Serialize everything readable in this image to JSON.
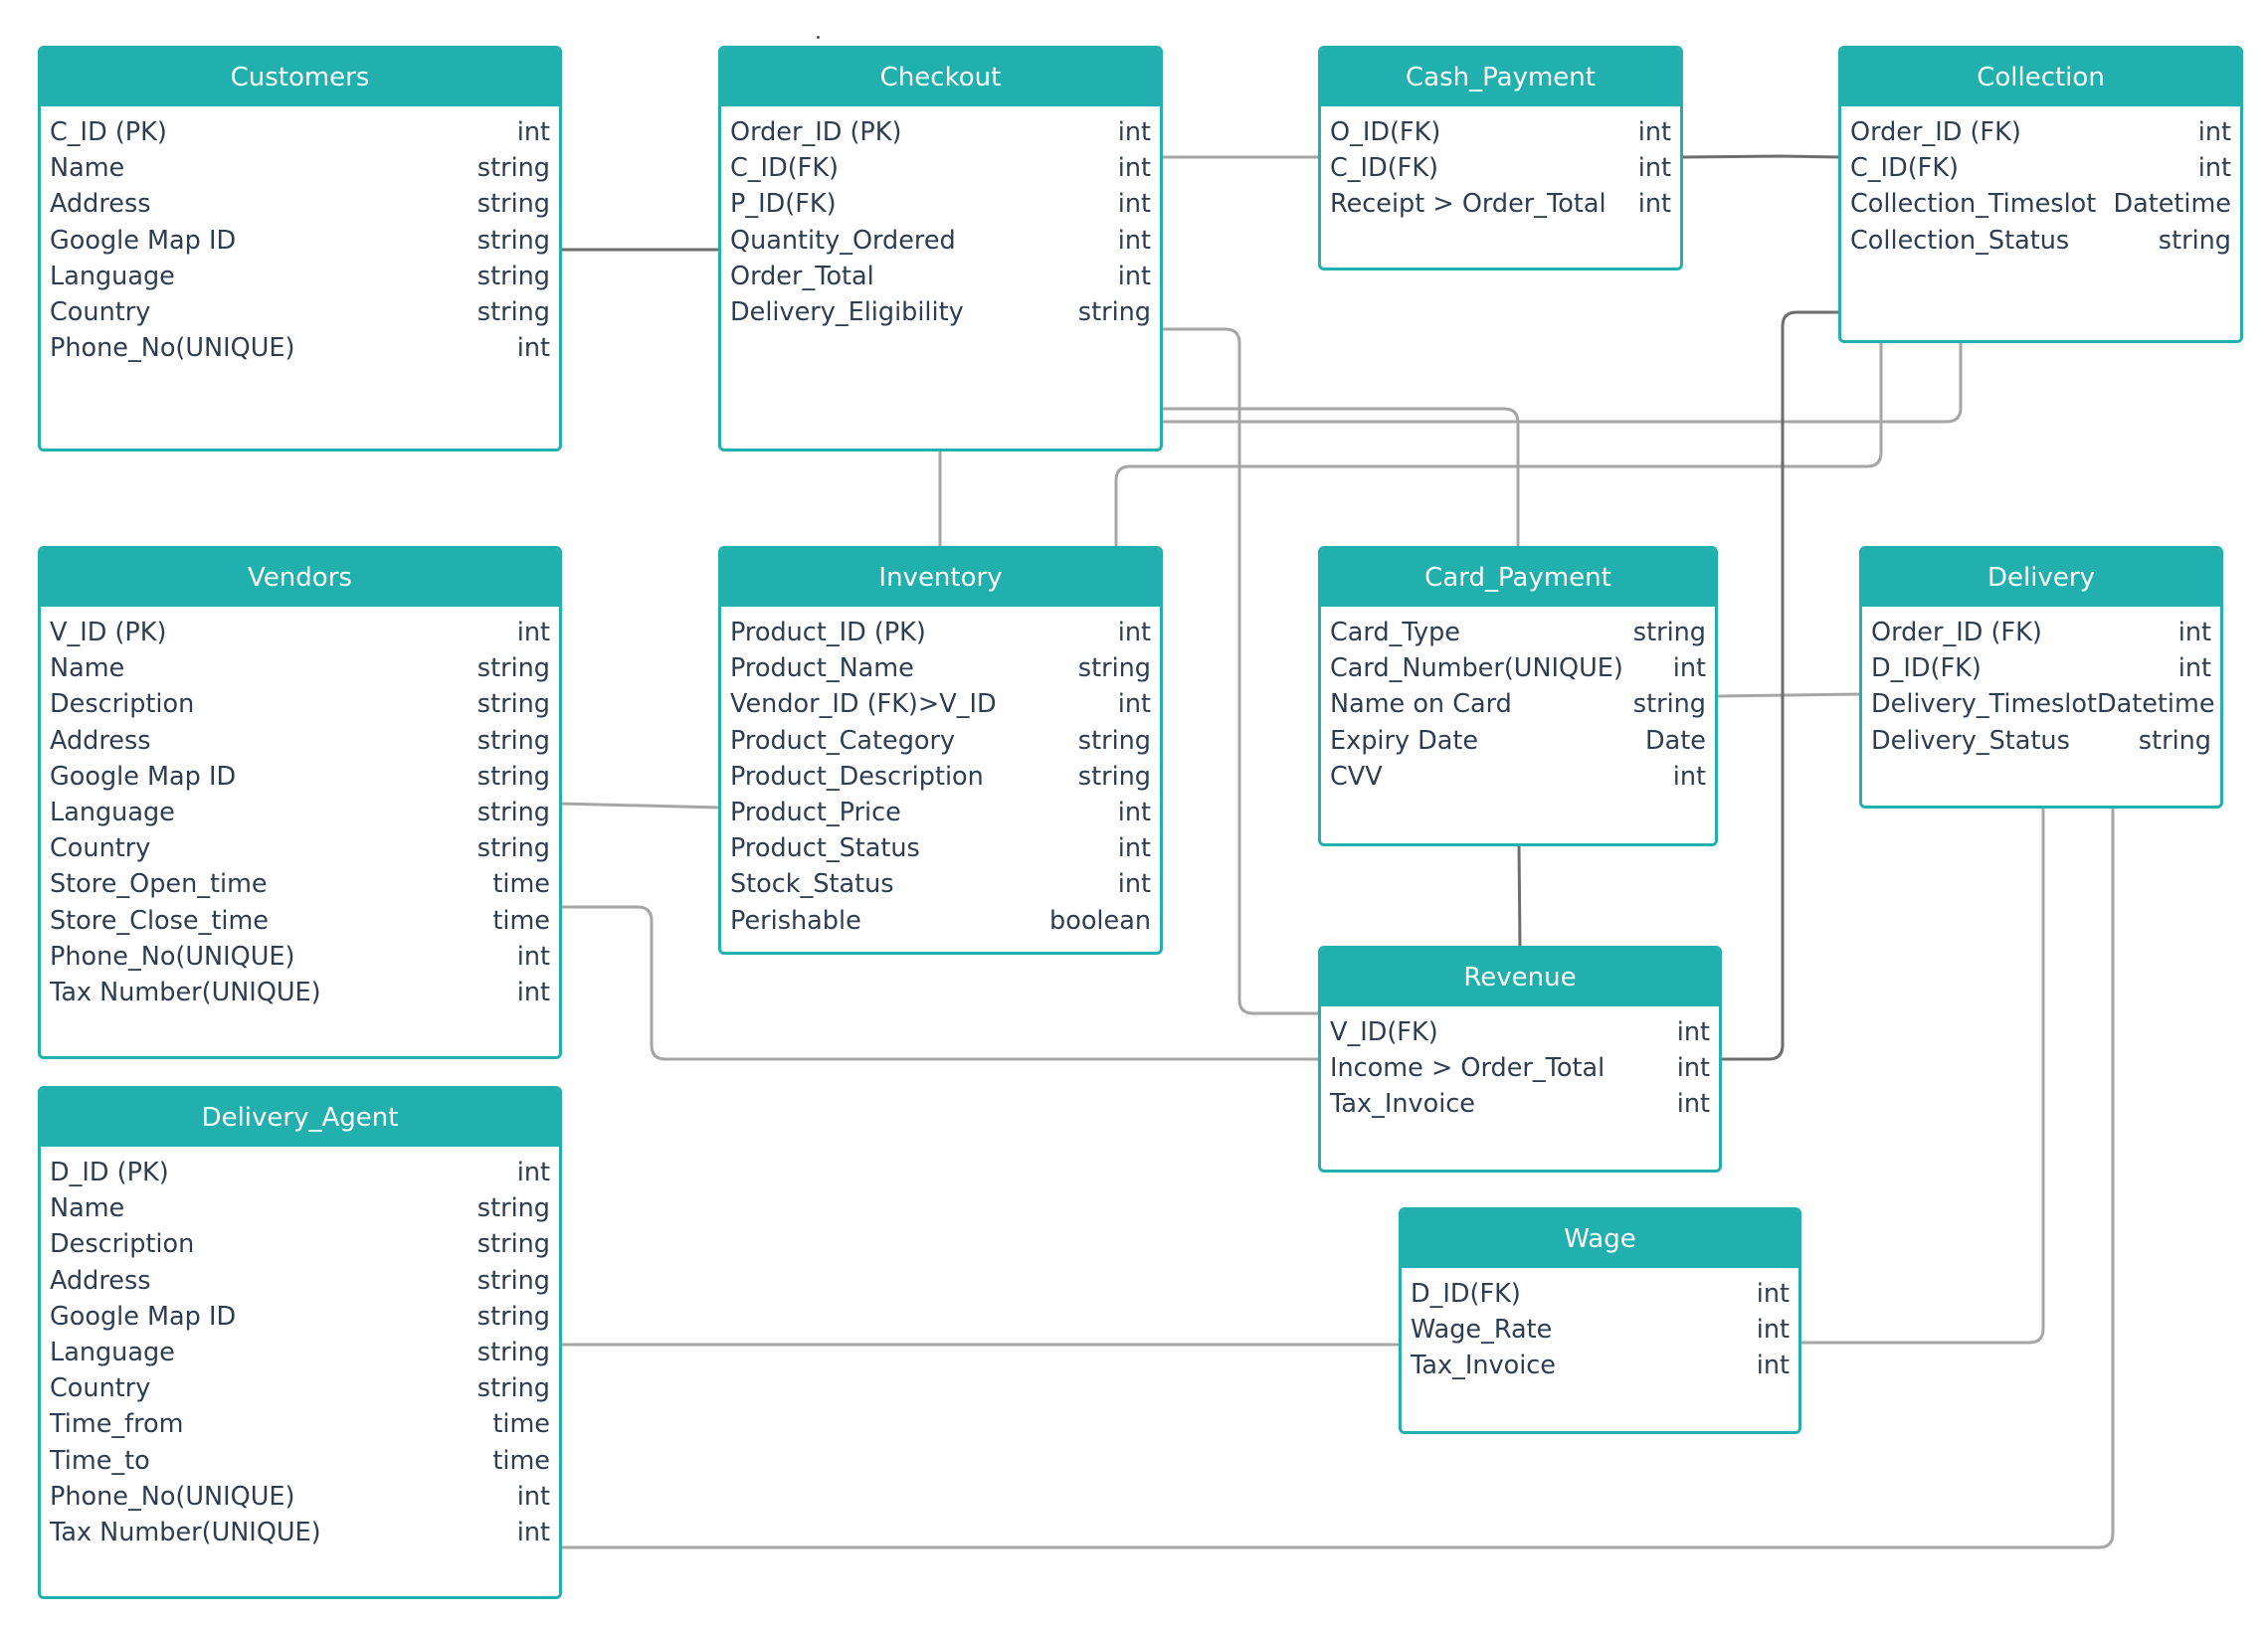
{
  "entities": {
    "customers": {
      "title": "Customers",
      "fields": [
        {
          "name": "C_ID (PK)",
          "type": "int"
        },
        {
          "name": "Name",
          "type": "string"
        },
        {
          "name": "Address",
          "type": "string"
        },
        {
          "name": "Google Map ID",
          "type": "string"
        },
        {
          "name": "Language",
          "type": "string"
        },
        {
          "name": "Country",
          "type": "string"
        },
        {
          "name": "Phone_No(UNIQUE)",
          "type": "int"
        }
      ]
    },
    "checkout": {
      "title": "Checkout",
      "fields": [
        {
          "name": "Order_ID (PK)",
          "type": "int"
        },
        {
          "name": "C_ID(FK)",
          "type": "int"
        },
        {
          "name": "P_ID(FK)",
          "type": "int"
        },
        {
          "name": "Quantity_Ordered",
          "type": "int"
        },
        {
          "name": "Order_Total",
          "type": "int"
        },
        {
          "name": "Delivery_Eligibility",
          "type": "string"
        }
      ]
    },
    "cash_payment": {
      "title": "Cash_Payment",
      "fields": [
        {
          "name": "O_ID(FK)",
          "type": "int"
        },
        {
          "name": "C_ID(FK)",
          "type": "int"
        },
        {
          "name": "Receipt > Order_Total",
          "type": "int"
        }
      ]
    },
    "collection": {
      "title": "Collection",
      "fields": [
        {
          "name": "Order_ID (FK)",
          "type": "int"
        },
        {
          "name": "C_ID(FK)",
          "type": "int"
        },
        {
          "name": "Collection_Timeslot",
          "type": "Datetime"
        },
        {
          "name": "Collection_Status",
          "type": "string"
        }
      ]
    },
    "vendors": {
      "title": "Vendors",
      "fields": [
        {
          "name": "V_ID (PK)",
          "type": "int"
        },
        {
          "name": "Name",
          "type": "string"
        },
        {
          "name": "Description",
          "type": "string"
        },
        {
          "name": "Address",
          "type": "string"
        },
        {
          "name": "Google Map ID",
          "type": "string"
        },
        {
          "name": "Language",
          "type": "string"
        },
        {
          "name": "Country",
          "type": "string"
        },
        {
          "name": "Store_Open_time",
          "type": "time"
        },
        {
          "name": "Store_Close_time",
          "type": "time"
        },
        {
          "name": "Phone_No(UNIQUE)",
          "type": "int"
        },
        {
          "name": "Tax Number(UNIQUE)",
          "type": "int"
        }
      ]
    },
    "inventory": {
      "title": "Inventory",
      "fields": [
        {
          "name": "Product_ID (PK)",
          "type": "int"
        },
        {
          "name": "Product_Name",
          "type": "string"
        },
        {
          "name": "Vendor_ID (FK)>V_ID",
          "type": "int"
        },
        {
          "name": "Product_Category",
          "type": "string"
        },
        {
          "name": "Product_Description",
          "type": "string"
        },
        {
          "name": "Product_Price",
          "type": "int"
        },
        {
          "name": "Product_Status",
          "type": "int"
        },
        {
          "name": "Stock_Status",
          "type": "int"
        },
        {
          "name": "Perishable",
          "type": "boolean"
        }
      ]
    },
    "card_payment": {
      "title": "Card_Payment",
      "fields": [
        {
          "name": "Card_Type",
          "type": "string"
        },
        {
          "name": "Card_Number(UNIQUE)",
          "type": "int"
        },
        {
          "name": "Name on Card",
          "type": "string"
        },
        {
          "name": "Expiry Date",
          "type": "Date"
        },
        {
          "name": "CVV",
          "type": "int"
        }
      ]
    },
    "delivery": {
      "title": "Delivery",
      "fields": [
        {
          "name": "Order_ID (FK)",
          "type": "int"
        },
        {
          "name": "D_ID(FK)",
          "type": "int"
        },
        {
          "name": "Delivery_Timeslot",
          "type": "Datetime"
        },
        {
          "name": "Delivery_Status",
          "type": "string"
        }
      ]
    },
    "revenue": {
      "title": "Revenue",
      "fields": [
        {
          "name": "V_ID(FK)",
          "type": "int"
        },
        {
          "name": "Income > Order_Total",
          "type": "int"
        },
        {
          "name": "Tax_Invoice",
          "type": "int"
        }
      ]
    },
    "delivery_agent": {
      "title": "Delivery_Agent",
      "fields": [
        {
          "name": "D_ID (PK)",
          "type": "int"
        },
        {
          "name": "Name",
          "type": "string"
        },
        {
          "name": "Description",
          "type": "string"
        },
        {
          "name": "Address",
          "type": "string"
        },
        {
          "name": "Google Map ID",
          "type": "string"
        },
        {
          "name": "Language",
          "type": "string"
        },
        {
          "name": "Country",
          "type": "string"
        },
        {
          "name": "Time_from",
          "type": "time"
        },
        {
          "name": "Time_to",
          "type": "time"
        },
        {
          "name": "Phone_No(UNIQUE)",
          "type": "int"
        },
        {
          "name": "Tax Number(UNIQUE)",
          "type": "int"
        }
      ]
    },
    "wage": {
      "title": "Wage",
      "fields": [
        {
          "name": "D_ID(FK)",
          "type": "int"
        },
        {
          "name": "Wage_Rate",
          "type": "int"
        },
        {
          "name": "Tax_Invoice",
          "type": "int"
        }
      ]
    }
  },
  "colors": {
    "header": "#22b0ae",
    "text": "#2d3e50",
    "connector": "#a6a6a6",
    "connector_dark": "#6e6e6e"
  }
}
